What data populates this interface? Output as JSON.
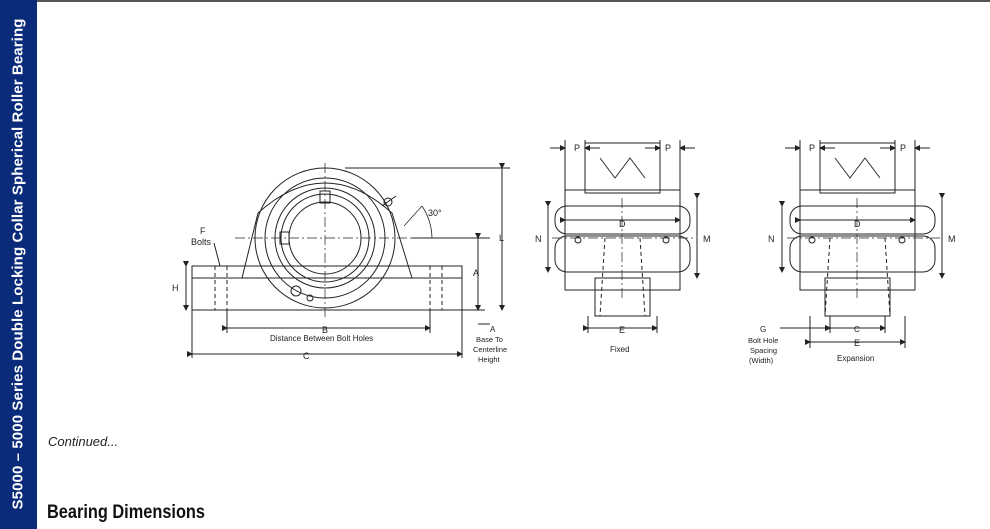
{
  "sidebar": {
    "title": "S5000 – 5000 Series Double Locking Collar Spherical Roller Bearing"
  },
  "drawing": {
    "front_view": {
      "angle_label": "30°",
      "f_letter": "F",
      "f_caption": "Bolts",
      "h_label": "H",
      "a_label": "A",
      "l_label": "L",
      "b_label": "B",
      "b_caption": "Distance Between Bolt Holes",
      "c_label": "C",
      "a_base_label": "A",
      "a_base_caption": [
        "Base To",
        "Centerline",
        "Height"
      ]
    },
    "fixed_view": {
      "p_left": "P",
      "p_right": "P",
      "d_label": "D",
      "n_label": "N",
      "m_label": "M",
      "e_label": "E",
      "caption": "Fixed"
    },
    "expansion_view": {
      "p_left": "P",
      "p_right": "P",
      "d_label": "D",
      "n_label": "N",
      "m_label": "M",
      "g_label": "G",
      "g_caption": [
        "Bolt Hole",
        "Spacing",
        "(Width)"
      ],
      "c_label": "C",
      "e_label": "E",
      "caption": "Expansion"
    }
  },
  "continued_text": "Continued...",
  "section_heading": "Bearing Dimensions"
}
